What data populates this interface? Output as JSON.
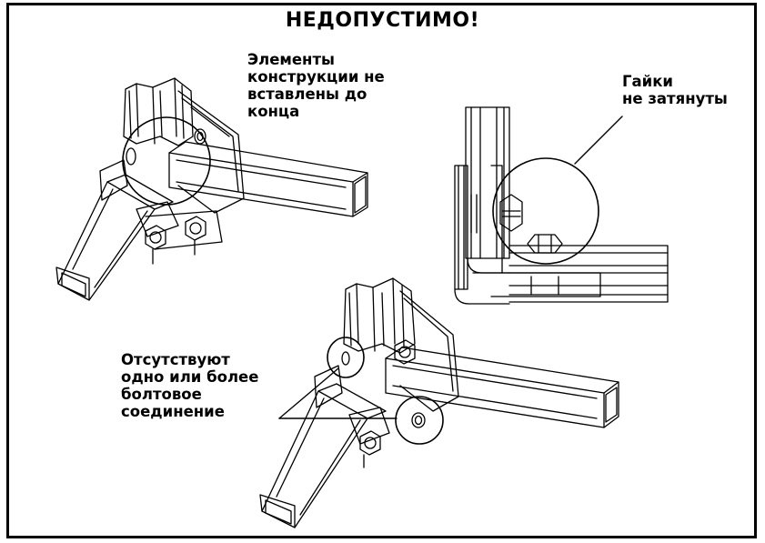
{
  "title": "НЕДОПУСТИМО!",
  "notes": {
    "not_inserted": [
      "Элементы",
      "конструкции не",
      "вставлены до",
      "конца"
    ],
    "nuts_loose": [
      "Гайки",
      "не затянуты"
    ],
    "bolts_missing": [
      "Отсутствуют",
      "одно или более",
      "болтовое",
      "соединение"
    ]
  },
  "colors": {
    "line": "#000000",
    "background": "#ffffff"
  }
}
